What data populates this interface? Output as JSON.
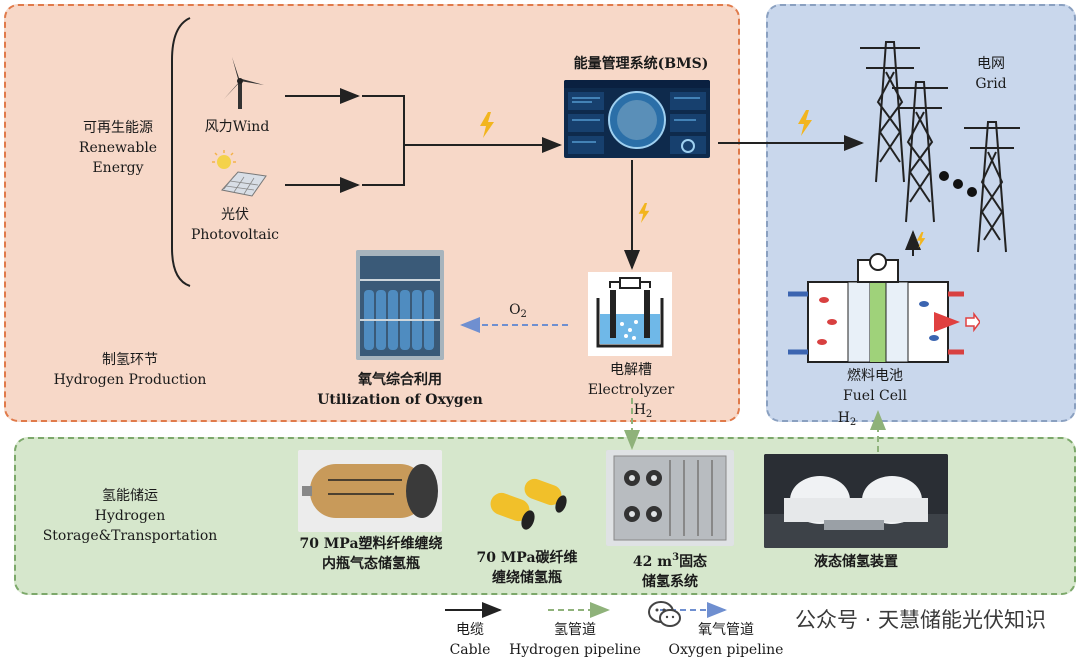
{
  "regions": {
    "production": {
      "zh": "制氢环节",
      "en": "Hydrogen Production"
    },
    "storage": {
      "zh": "氢能储运",
      "en1": "Hydrogen",
      "en2": "Storage&Transportation"
    }
  },
  "renewable": {
    "zh": "可再生能源",
    "en1": "Renewable",
    "en2": "Energy"
  },
  "wind": {
    "zh": "风力",
    "en": "Wind"
  },
  "pv": {
    "zh": "光伏",
    "en": "Photovoltaic"
  },
  "bms": {
    "label": "能量管理系统(BMS)"
  },
  "grid": {
    "zh": "电网",
    "en": "Grid"
  },
  "electrolyzer": {
    "zh": "电解槽",
    "en": "Electrolyzer"
  },
  "oxygen_util": {
    "zh": "氧气综合利用",
    "en": "Utilization of Oxygen"
  },
  "fuel_cell": {
    "zh": "燃料电池",
    "en": "Fuel Cell"
  },
  "gas": {
    "o2": "O",
    "o2_sub": "2",
    "h2": "H",
    "h2_sub": "2"
  },
  "storage_items": [
    {
      "l1": "70 MPa塑料纤维缠绕",
      "l2": "内瓶气态储氢瓶"
    },
    {
      "l1": "70 MPa碳纤维",
      "l2": "缠绕储氢瓶"
    },
    {
      "l1a": "42 m",
      "l1sup": "3",
      "l1b": "固态",
      "l2": "储氢系统"
    },
    {
      "l1": "液态储氢装置"
    }
  ],
  "legend": [
    {
      "zh": "电缆",
      "en": "Cable",
      "color": "#222222"
    },
    {
      "zh": "氢管道",
      "en": "Hydrogen pipeline",
      "color": "#8fb27a"
    },
    {
      "zh": "氧气管道",
      "en": "Oxygen pipeline",
      "color": "#6f8fd0"
    }
  ],
  "watermark": "公众号 · 天慧储能光伏知识",
  "colors": {
    "production_bg": "#f7d8c8",
    "grid_bg": "#c9d7ec",
    "storage_bg": "#d6e7cc",
    "bolt": "#f2b51e"
  }
}
